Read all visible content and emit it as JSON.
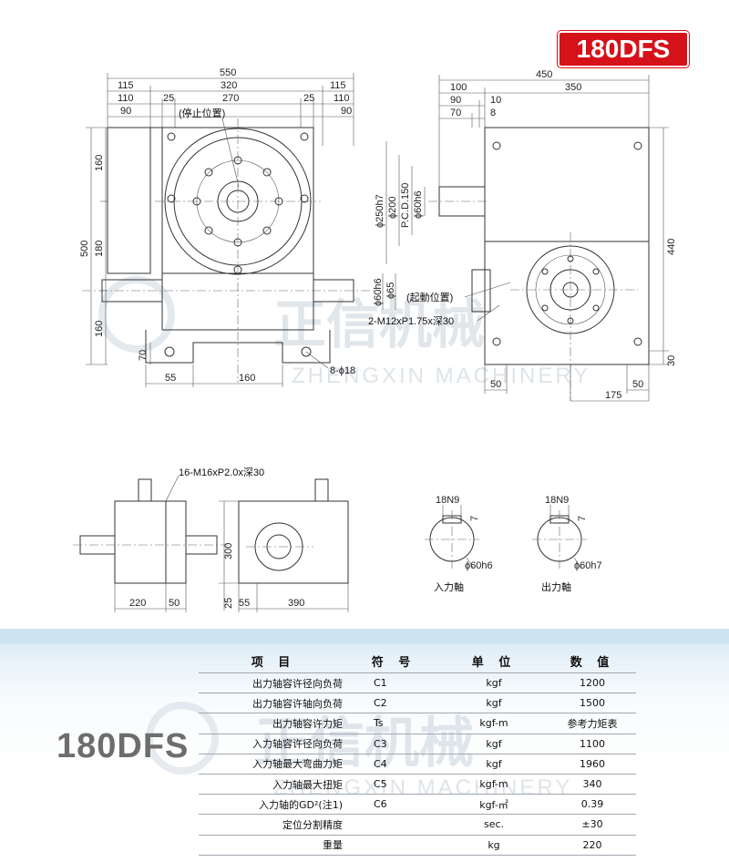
{
  "title": "180DFS",
  "drawing": {
    "front_top_dims": [
      "550",
      "115",
      "320",
      "115",
      "110",
      "25",
      "270",
      "25",
      "110",
      "90",
      "90"
    ],
    "front_left_dims": [
      "500",
      "160",
      "180",
      "160"
    ],
    "front_bottom_dims": [
      "70",
      "55",
      "160"
    ],
    "stop_position": "(停止位置)",
    "side_top_dims": [
      "450",
      "100",
      "350",
      "90",
      "10",
      "70",
      "8"
    ],
    "side_vertical_dims": [
      "ϕ250h7",
      "ϕ200",
      "P.C.D.150",
      "ϕ60h6",
      "ϕ60h6",
      "ϕ65"
    ],
    "side_right_dims": [
      "440",
      "30"
    ],
    "side_bottom_dims": [
      "50",
      "175",
      "50"
    ],
    "start_position": "(起動位置)",
    "tap_note": "2-M12xP1.75x深30",
    "hole_note": "8-ϕ18",
    "bottom_tap_note": "16-M16xP2.0x深30",
    "bottom_left_dims": [
      "220",
      "50"
    ],
    "bottom_mid_dims": [
      "300",
      "25",
      "55",
      "390"
    ],
    "input_key": "18N9",
    "input_key_depth": "7",
    "input_shaft_dia": "ϕ60h6",
    "input_shaft_label": "入力軸",
    "output_key": "18N9",
    "output_key_depth": "7",
    "output_shaft_dia": "ϕ60h7",
    "output_shaft_label": "出力軸",
    "watermark_cn": "正信机械",
    "watermark_en": "ZHENGXIN MACHINERY"
  },
  "spec": {
    "model": "180DFS",
    "headers": [
      "项 目",
      "符 号",
      "单 位",
      "数 值"
    ],
    "rows": [
      [
        "出力轴容许径向负荷",
        "C1",
        "kgf",
        "1200"
      ],
      [
        "出力轴容许轴向负荷",
        "C2",
        "kgf",
        "1500"
      ],
      [
        "出力轴容许力矩",
        "Ts",
        "kgf-m",
        "参考力矩表"
      ],
      [
        "入力轴容许径向负荷",
        "C3",
        "kgf",
        "1100"
      ],
      [
        "入力轴最大弯曲力矩",
        "C4",
        "kgf",
        "1960"
      ],
      [
        "入力轴最大扭矩",
        "C5",
        "kgf-m",
        "340"
      ],
      [
        "入力轴的GD²(注1)",
        "C6",
        "kgf-㎡",
        "0.39"
      ],
      [
        "定位分割精度",
        "",
        "sec.",
        "±30"
      ],
      [
        "重量",
        "",
        "kg",
        "220"
      ]
    ],
    "watermark_cn": "正信机械",
    "watermark_en": "ZHENGXIN MACHINERY"
  },
  "colors": {
    "badge": "#d5121a",
    "band": "#cfe4f2",
    "model_text": "#6d6d6d",
    "watermark": "#c9d3dc"
  }
}
